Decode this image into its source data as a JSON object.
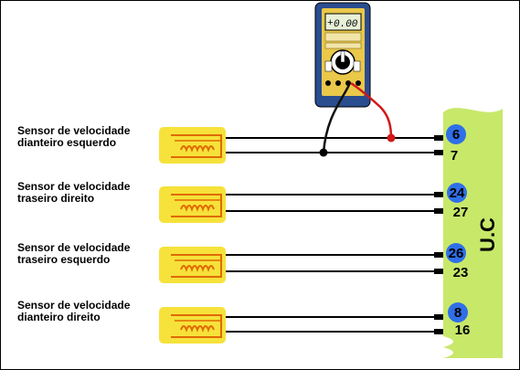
{
  "ecu": {
    "label": "U.C",
    "color": "#c8e86a"
  },
  "meter": {
    "display": "0.00",
    "sign": "+",
    "lead_colors": {
      "positive": "#d01818",
      "negative": "#111111"
    }
  },
  "sensors": [
    {
      "name_line1": "Sensor de velocidade",
      "name_line2": "dianteiro esquerdo",
      "pin_top": "6",
      "pin_bottom": "7"
    },
    {
      "name_line1": "Sensor de velocidade",
      "name_line2": "traseiro direito",
      "pin_top": "24",
      "pin_bottom": "27"
    },
    {
      "name_line1": "Sensor de velocidade",
      "name_line2": "traseiro esquerdo",
      "pin_top": "26",
      "pin_bottom": "23"
    },
    {
      "name_line1": "Sensor de velocidade",
      "name_line2": "dianteiro direito",
      "pin_top": "8",
      "pin_bottom": "16"
    }
  ],
  "colors": {
    "sensor_body": "#f6e23a",
    "coil": "#e06a00",
    "pin_circle": "#2f6fe8",
    "wire": "#000000"
  }
}
